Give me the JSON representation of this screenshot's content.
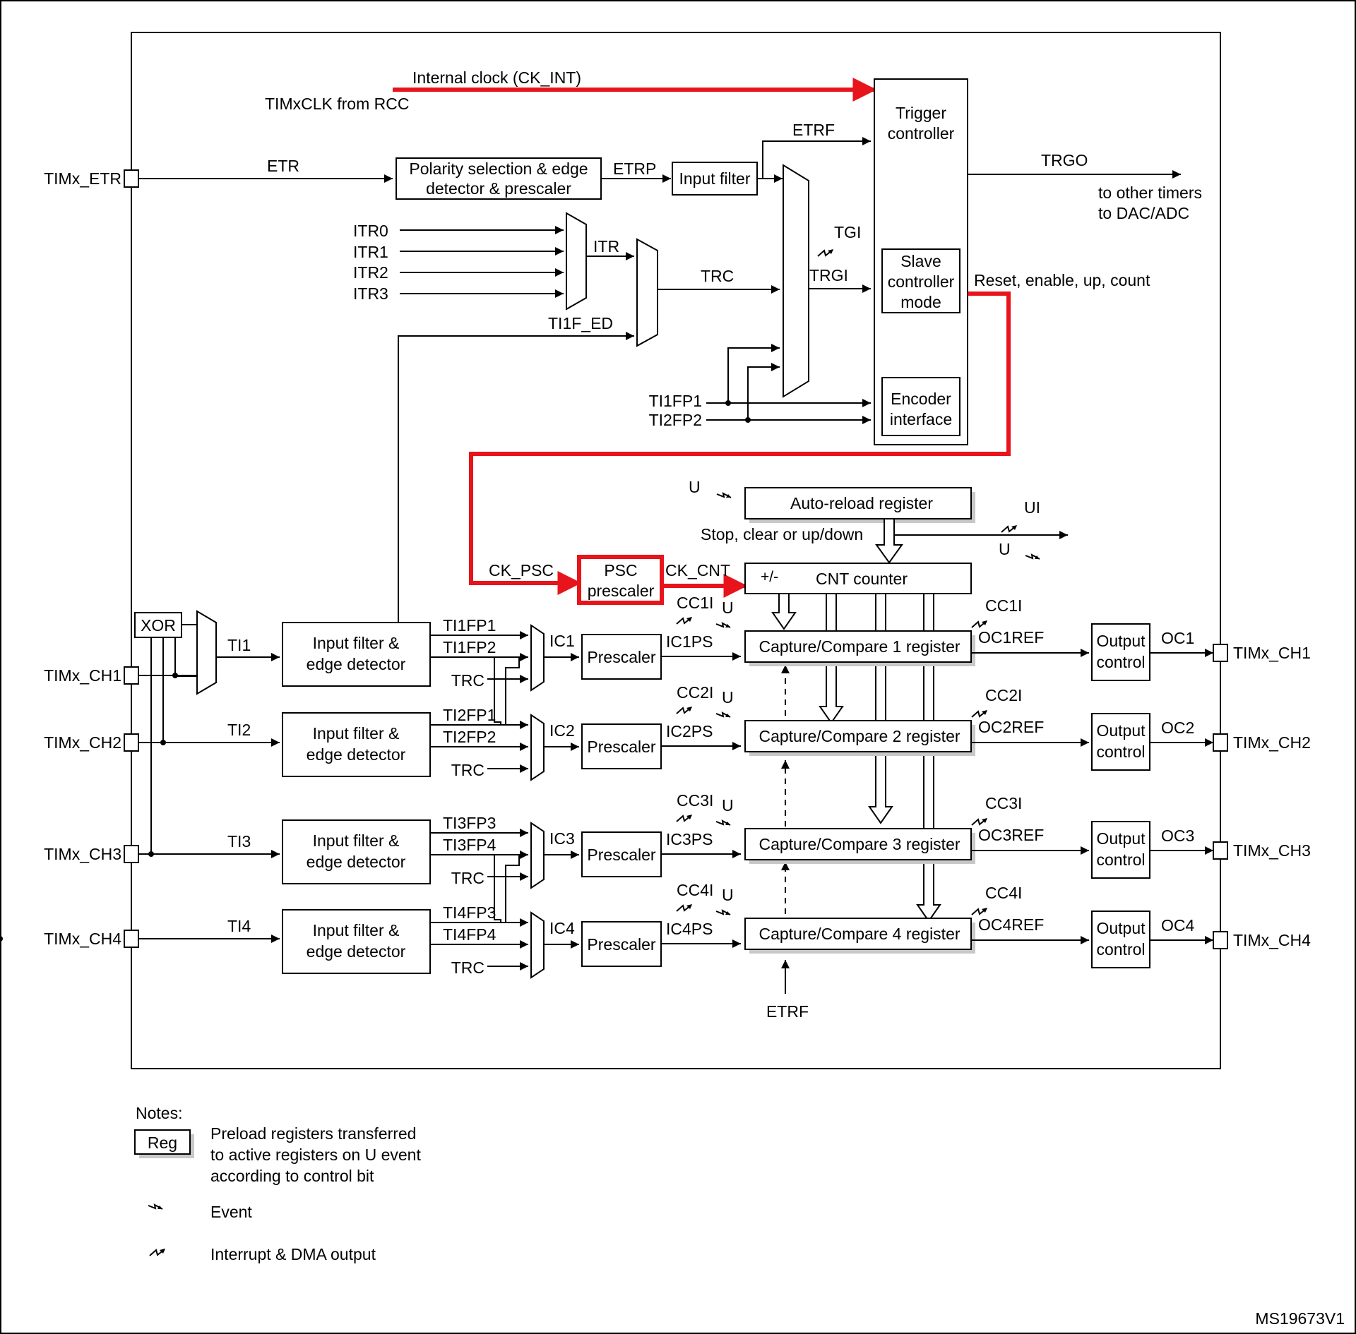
{
  "clock": {
    "internal": "Internal clock (CK_INT)",
    "source": "TIMxCLK from RCC"
  },
  "pins": {
    "etr": "TIMx_ETR",
    "ch_in": [
      "TIMx_CH1",
      "TIMx_CH2",
      "TIMx_CH3",
      "TIMx_CH4"
    ],
    "ch_out": [
      "TIMx_CH1",
      "TIMx_CH2",
      "TIMx_CH3",
      "TIMx_CH4"
    ]
  },
  "signals": {
    "etr": "ETR",
    "etrp": "ETRP",
    "etrf_top": "ETRF",
    "etrf_bottom": "ETRF",
    "itr": [
      "ITR0",
      "ITR1",
      "ITR2",
      "ITR3"
    ],
    "itr_out": "ITR",
    "trc": "TRC",
    "ti1f_ed": "TI1F_ED",
    "tgi": "TGI",
    "trgi": "TRGI",
    "ti1fp1": "TI1FP1",
    "ti2fp2": "TI2FP2",
    "trgo": "TRGO",
    "trgo_dest1": "to other timers",
    "trgo_dest2": "to DAC/ADC",
    "reset": "Reset, enable, up, count",
    "ck_psc": "CK_PSC",
    "ck_cnt": "CK_CNT",
    "u_top": "U",
    "ui": "UI",
    "u_right": "U",
    "stop": "Stop, clear or up/down",
    "plusminus": "+/-"
  },
  "blocks": {
    "polarity": [
      "Polarity selection & edge",
      "detector & prescaler"
    ],
    "input_filter": "Input filter",
    "trigger": [
      "Trigger",
      "controller"
    ],
    "slave": [
      "Slave",
      "controller",
      "mode"
    ],
    "encoder": [
      "Encoder",
      "interface"
    ],
    "autoreload": "Auto-reload register",
    "psc": [
      "PSC",
      "prescaler"
    ],
    "cnt": "CNT counter",
    "xor": "XOR"
  },
  "channels": [
    {
      "ti": "TI1",
      "filter": [
        "Input filter &",
        "edge detector"
      ],
      "fp_a": "TI1FP1",
      "fp_b": "TI1FP2",
      "trc": "TRC",
      "ic": "IC1",
      "prescaler": "Prescaler",
      "icps": "IC1PS",
      "cci": "CC1I",
      "u": "U",
      "reg": "Capture/Compare 1 register",
      "cci_out": "CC1I",
      "ocref": "OC1REF",
      "output": [
        "Output",
        "control"
      ],
      "oc": "OC1"
    },
    {
      "ti": "TI2",
      "filter": [
        "Input filter &",
        "edge detector"
      ],
      "fp_a": "TI2FP1",
      "fp_b": "TI2FP2",
      "trc": "TRC",
      "ic": "IC2",
      "prescaler": "Prescaler",
      "icps": "IC2PS",
      "cci": "CC2I",
      "u": "U",
      "reg": "Capture/Compare 2 register",
      "cci_out": "CC2I",
      "ocref": "OC2REF",
      "output": [
        "Output",
        "control"
      ],
      "oc": "OC2"
    },
    {
      "ti": "TI3",
      "filter": [
        "Input filter &",
        "edge detector"
      ],
      "fp_a": "TI3FP3",
      "fp_b": "TI3FP4",
      "trc": "TRC",
      "ic": "IC3",
      "prescaler": "Prescaler",
      "icps": "IC3PS",
      "cci": "CC3I",
      "u": "U",
      "reg": "Capture/Compare 3 register",
      "cci_out": "CC3I",
      "ocref": "OC3REF",
      "output": [
        "Output",
        "control"
      ],
      "oc": "OC3"
    },
    {
      "ti": "TI4",
      "filter": [
        "Input filter &",
        "edge detector"
      ],
      "fp_a": "TI4FP3",
      "fp_b": "TI4FP4",
      "trc": "TRC",
      "ic": "IC4",
      "prescaler": "Prescaler",
      "icps": "IC4PS",
      "cci": "CC4I",
      "u": "U",
      "reg": "Capture/Compare 4 register",
      "cci_out": "CC4I",
      "ocref": "OC4REF",
      "output": [
        "Output",
        "control"
      ],
      "oc": "OC4"
    }
  ],
  "notes": {
    "title": "Notes:",
    "reg_label": "Reg",
    "reg_desc": [
      "Preload registers transferred",
      "to active registers on U event",
      "according to control bit"
    ],
    "event": "Event",
    "interrupt": "Interrupt & DMA output"
  },
  "footer": "MS19673V1",
  "colors": {
    "highlight": "#e8141b",
    "line": "#000000",
    "shadow": "#c8c8c8"
  }
}
